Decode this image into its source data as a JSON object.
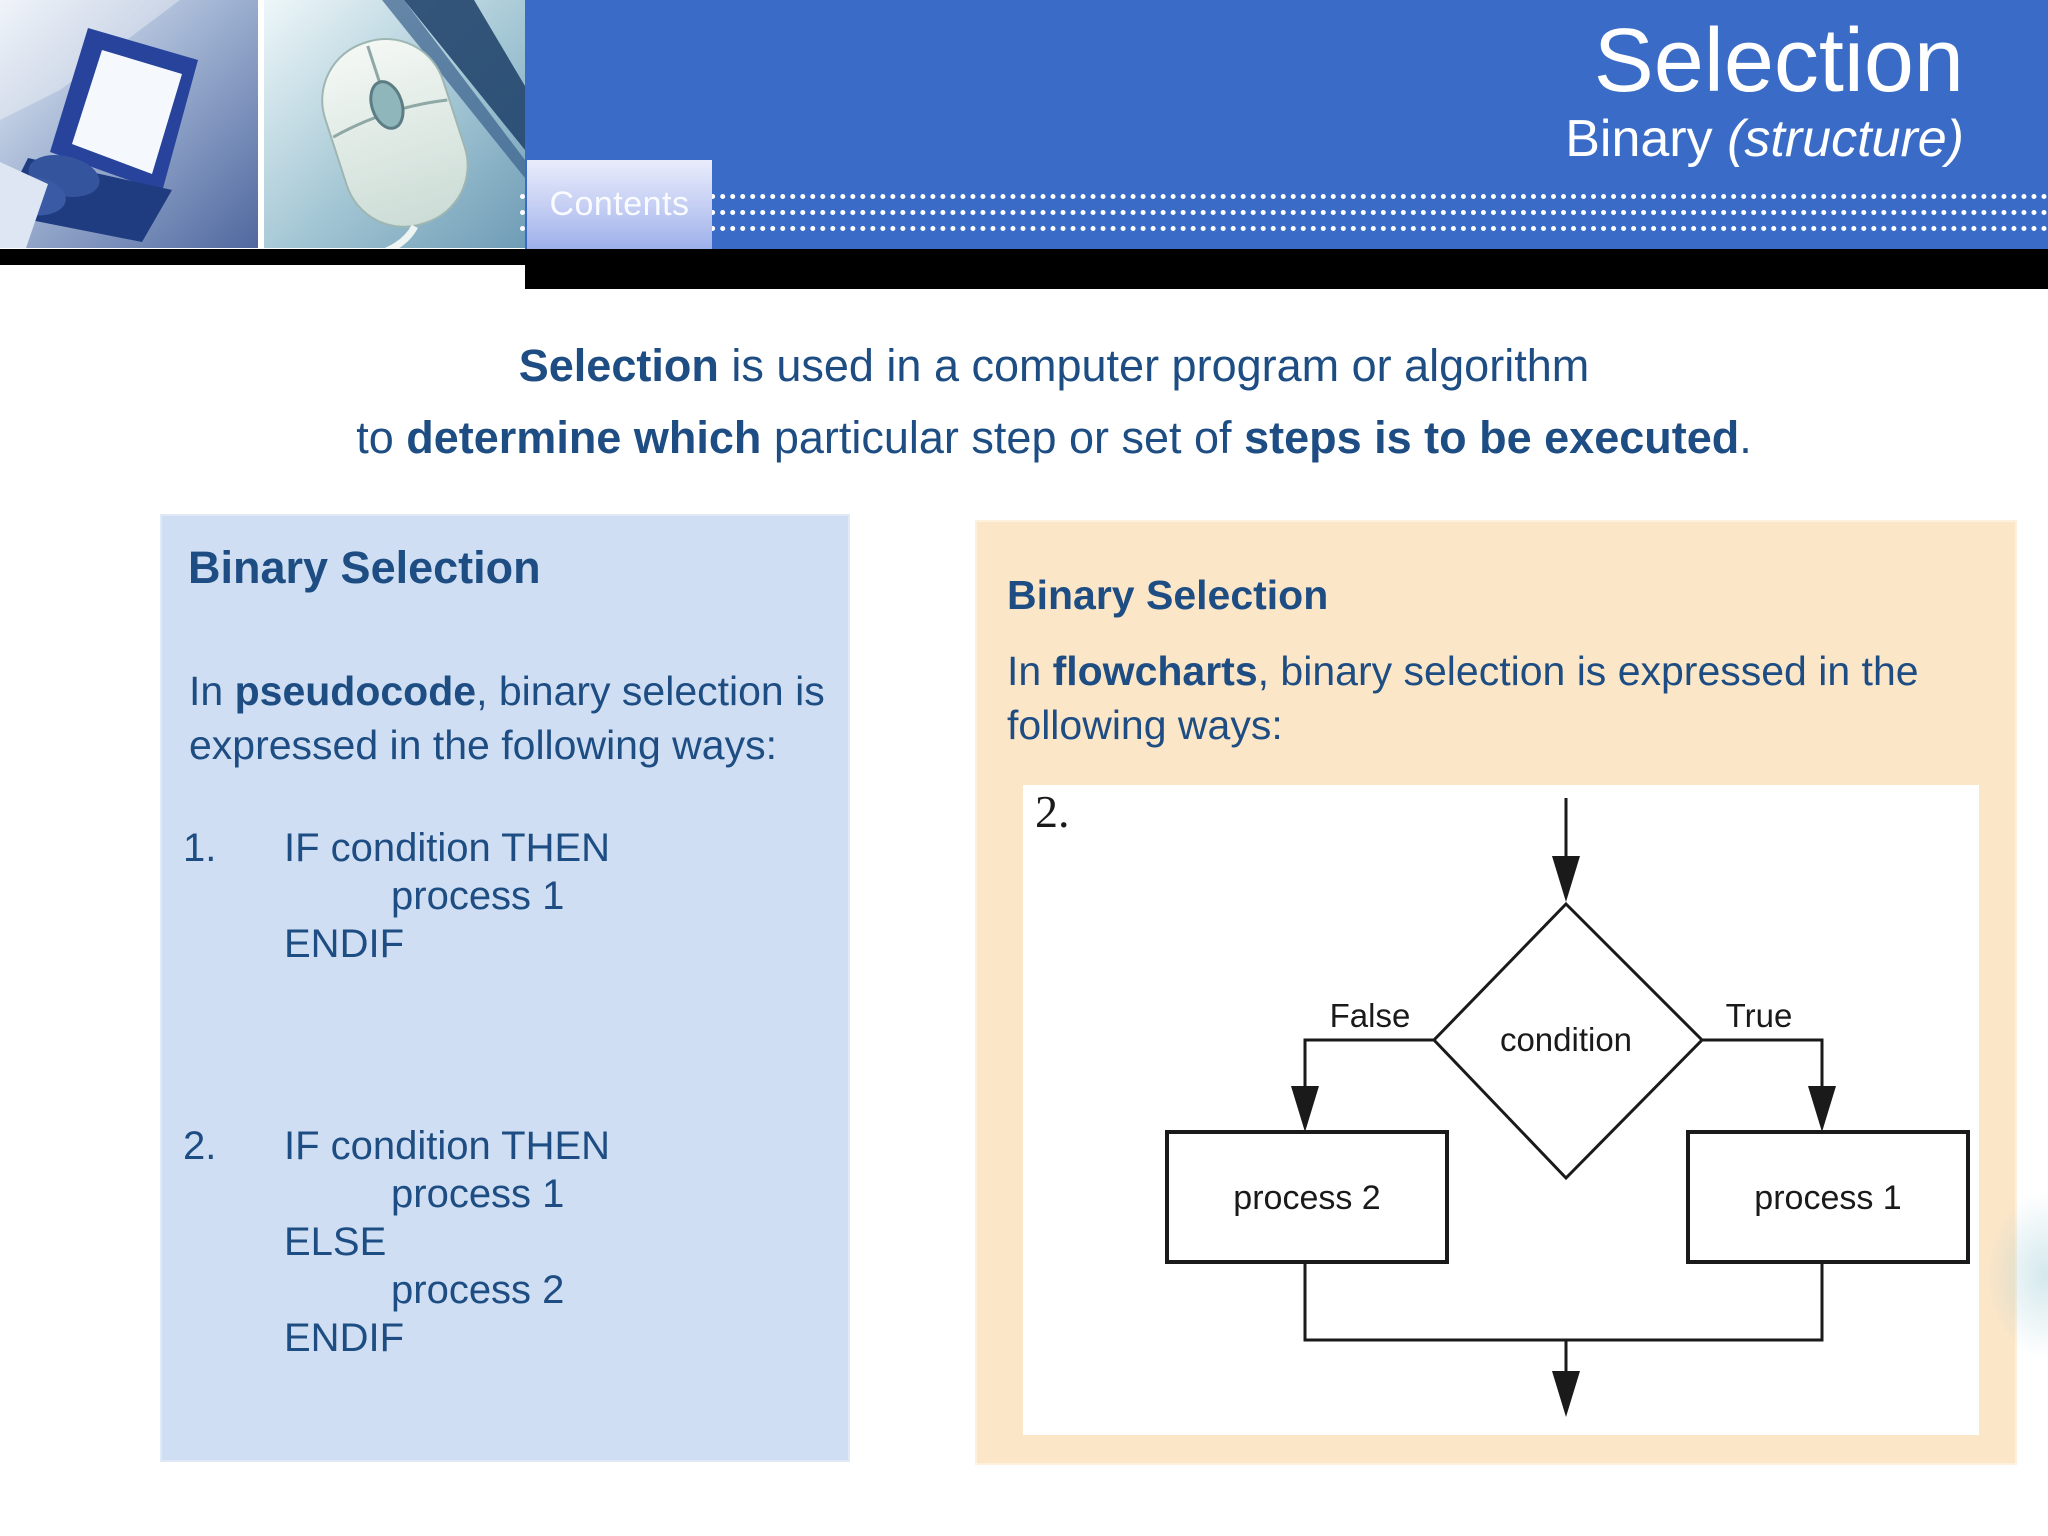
{
  "header": {
    "title": "Selection",
    "subtitle": "Binary",
    "subtitle_note": " (structure)",
    "contents_label": "Contents"
  },
  "intro": {
    "line1_bold": "Selection",
    "line1_rest": " is used in a computer program or algorithm",
    "line2_pre": "to ",
    "line2_bold1": "determine which",
    "line2_mid": " particular step or set of ",
    "line2_bold2": "steps is to be executed",
    "line2_end": "."
  },
  "left_panel": {
    "heading": "Binary Selection",
    "para_pre": "In ",
    "para_bold": "pseudocode",
    "para_line1_rest": ", binary selection is",
    "para_line2": "expressed in the following ways:",
    "item1": {
      "num": "1.",
      "l1": "IF condition THEN",
      "l2": "process 1",
      "l3": "ENDIF"
    },
    "item2": {
      "num": "2.",
      "l1": "IF condition THEN",
      "l2": "process 1",
      "l3": "ELSE",
      "l4": "process 2",
      "l5": "ENDIF"
    }
  },
  "right_panel": {
    "heading": "Binary Selection",
    "para_pre": "In ",
    "para_bold": "flowcharts",
    "para_line1_rest": ", binary selection is expressed in the",
    "para_line2": "following ways:",
    "figure_label": "2.",
    "flowchart": {
      "condition_label": "condition",
      "false_label": "False",
      "true_label": "True",
      "process_left": "process 2",
      "process_right": "process 1"
    }
  },
  "colors": {
    "header_blue": "#3a6cc7",
    "black_bar": "#000000",
    "text_navy": "#1d4d82",
    "left_panel_bg": "#cfdef2",
    "right_panel_bg": "#fce6c8",
    "flowchart_ink": "#1a1a1a",
    "flowchart_bg": "#ffffff"
  }
}
